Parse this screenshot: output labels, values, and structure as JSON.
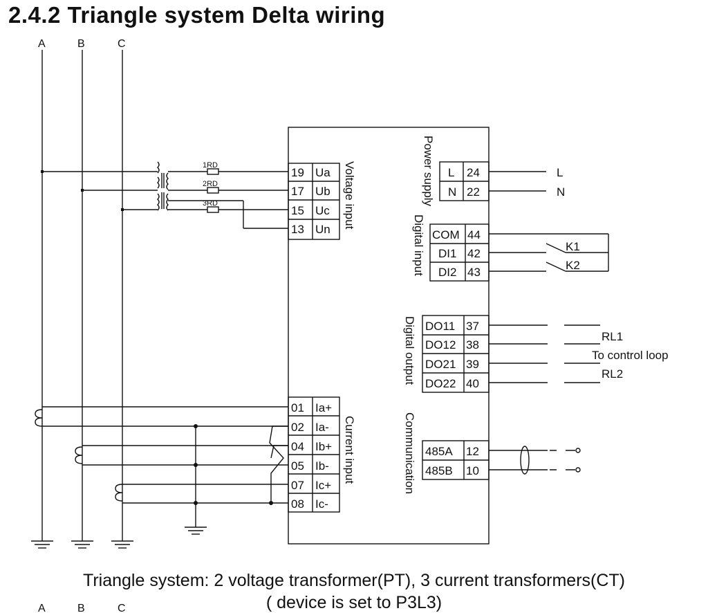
{
  "title": "2.4.2 Triangle system Delta wiring",
  "phases": [
    "A",
    "B",
    "C"
  ],
  "fuses": [
    "1RD",
    "2RD",
    "3RD"
  ],
  "sections": {
    "voltage_input": "Voltage input",
    "current_input": "Current input",
    "power_supply": "Power supply",
    "digital_input": "Digital input",
    "digital_output": "Digital output",
    "communication": "Communication"
  },
  "voltage_terminals": [
    {
      "num": "19",
      "label": "Ua"
    },
    {
      "num": "17",
      "label": "Ub"
    },
    {
      "num": "15",
      "label": "Uc"
    },
    {
      "num": "13",
      "label": "Un"
    }
  ],
  "current_terminals": [
    {
      "num": "01",
      "label": "Ia+"
    },
    {
      "num": "02",
      "label": "Ia-"
    },
    {
      "num": "04",
      "label": "Ib+"
    },
    {
      "num": "05",
      "label": "Ib-"
    },
    {
      "num": "07",
      "label": "Ic+"
    },
    {
      "num": "08",
      "label": "Ic-"
    }
  ],
  "power_terminals": [
    {
      "label": "L",
      "num": "24"
    },
    {
      "label": "N",
      "num": "22"
    }
  ],
  "power_labels": [
    "L",
    "N"
  ],
  "di_terminals": [
    {
      "label": "COM",
      "num": "44"
    },
    {
      "label": "DI1",
      "num": "42"
    },
    {
      "label": "DI2",
      "num": "43"
    }
  ],
  "di_switches": [
    "K1",
    "K2"
  ],
  "do_terminals": [
    {
      "label": "DO11",
      "num": "37"
    },
    {
      "label": "DO12",
      "num": "38"
    },
    {
      "label": "DO21",
      "num": "39"
    },
    {
      "label": "DO22",
      "num": "40"
    }
  ],
  "do_labels": {
    "rl1": "RL1",
    "control": "To control loop",
    "rl2": "RL2"
  },
  "comm_terminals": [
    {
      "label": "485A",
      "num": "12"
    },
    {
      "label": "485B",
      "num": "10"
    }
  ],
  "caption": {
    "line1": "Triangle system: 2 voltage transformer(PT), 3 current transformers(CT)",
    "line2": "( device is set to P3L3)"
  },
  "footer_phases": [
    "A",
    "B",
    "C"
  ]
}
